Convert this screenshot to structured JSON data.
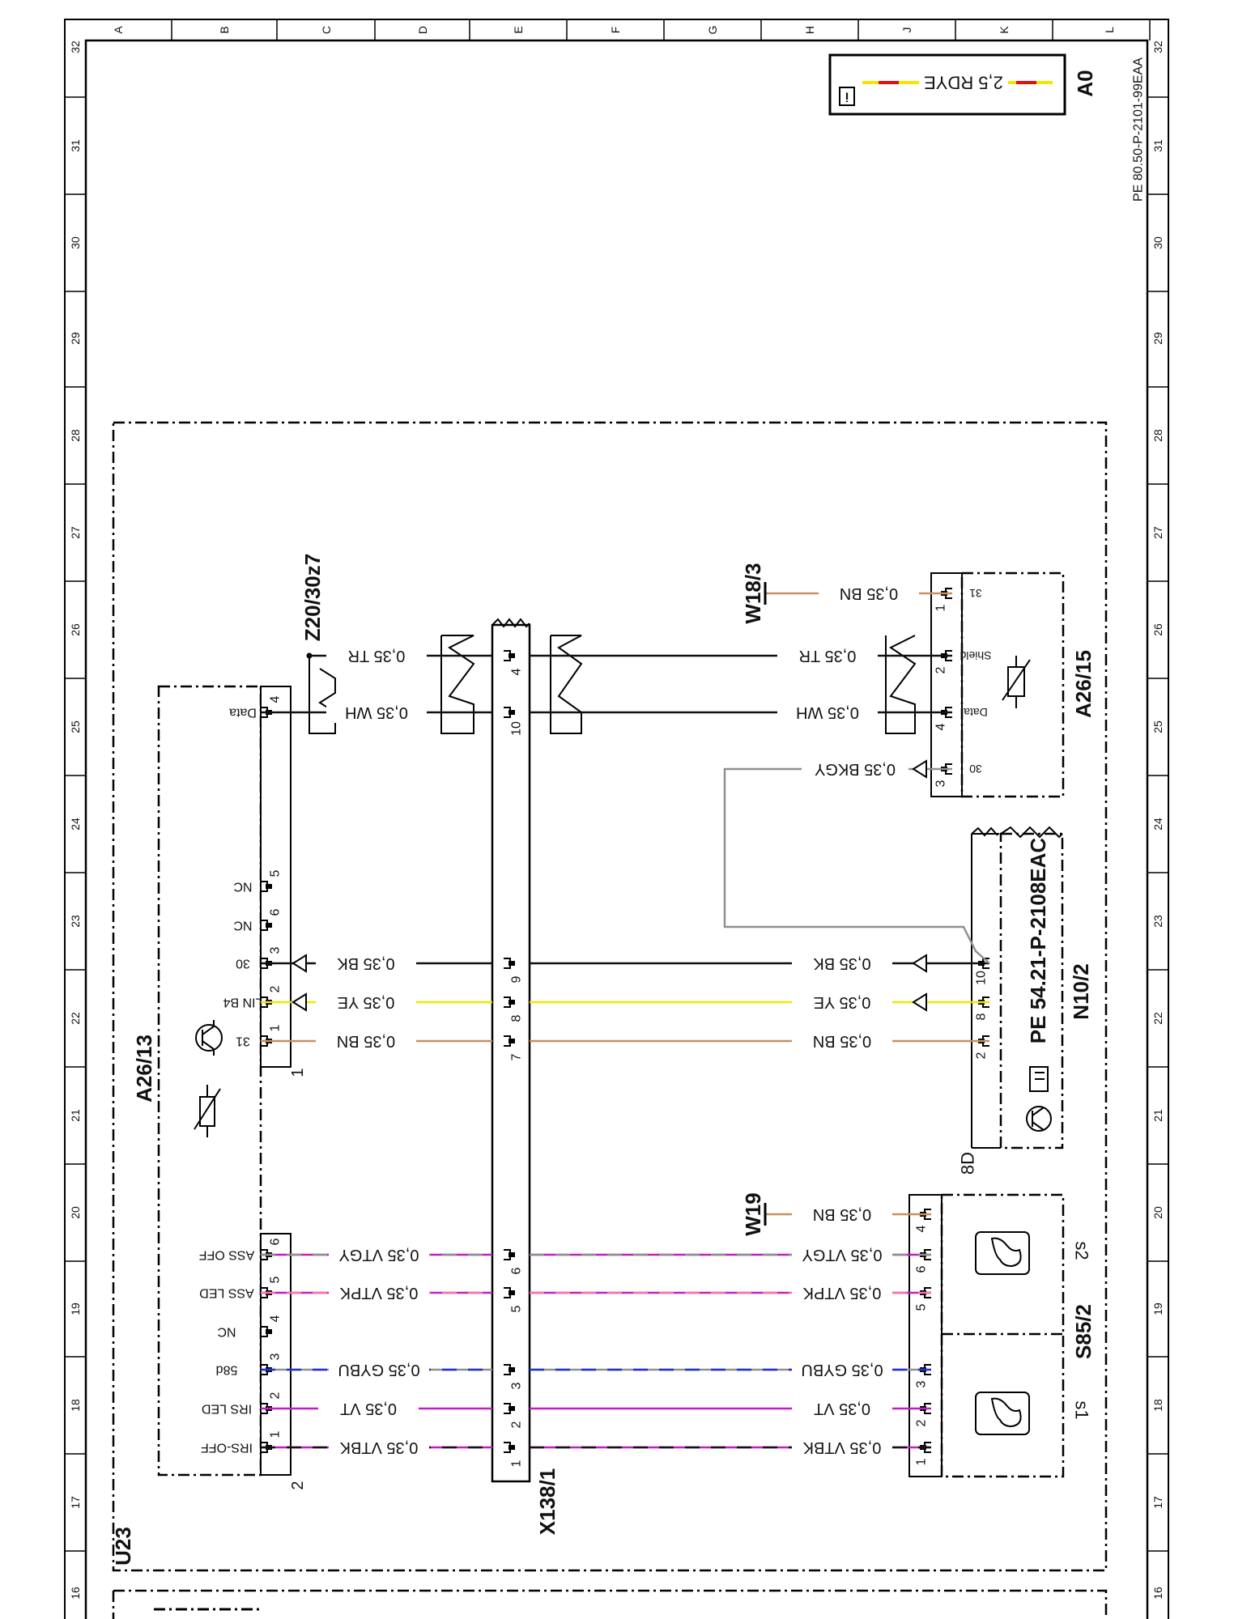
{
  "frame": {
    "column_letters": [
      "A",
      "B",
      "C",
      "D",
      "E",
      "F",
      "G",
      "H",
      "J",
      "K",
      "L"
    ],
    "row_numbers": [
      "32",
      "31",
      "30",
      "29",
      "28",
      "27",
      "26",
      "25",
      "24",
      "23",
      "22",
      "21",
      "20",
      "19",
      "18",
      "17",
      "16"
    ]
  },
  "doc_id": "PE 80.50-P-2101-99EAA",
  "sheet": "A0",
  "info_legend": {
    "wire": "2,5 RDYE",
    "info_icon": "info-icon"
  },
  "colors": {
    "BN": "#c89060",
    "YE": "#f2e600",
    "BK": "#111111",
    "VT": "#c020c0",
    "PK": "#ff70a8",
    "GY": "#909090",
    "BU": "#2030d0",
    "RD": "#e01010",
    "WH": "#111111"
  },
  "components": {
    "A26_13": {
      "label": "A26/13",
      "pins_top": [
        {
          "num": "4",
          "name": "Data"
        },
        {
          "num": "6",
          "name": "NC"
        },
        {
          "num": "5",
          "name": "NC"
        },
        {
          "num": "3",
          "name": "30"
        },
        {
          "num": "2",
          "name": "LIN B4"
        },
        {
          "num": "1",
          "name": "31"
        }
      ],
      "conn1": "1",
      "pins_bottom": [
        {
          "num": "6",
          "name": "ASS OFF"
        },
        {
          "num": "5",
          "name": "ASS LED"
        },
        {
          "num": "4",
          "name": "NC"
        },
        {
          "num": "3",
          "name": "58d"
        },
        {
          "num": "2",
          "name": "IRS LED"
        },
        {
          "num": "1",
          "name": "IRS-OFF"
        }
      ],
      "conn2": "2"
    },
    "A26_15": {
      "label": "A26/15",
      "pins": [
        {
          "num": "1",
          "name": "31"
        },
        {
          "num": "2",
          "name": "Shield"
        },
        {
          "num": "4",
          "name": "Data"
        },
        {
          "num": "3",
          "name": "30"
        }
      ]
    },
    "N10_2": {
      "label": "N10/2",
      "ref": "PE 54.21-P-2108EAC",
      "conn": "8D",
      "pins": [
        "10",
        "8",
        "2"
      ]
    },
    "S85_2": {
      "label": "S85/2",
      "s1": "s1",
      "s2": "s2",
      "pins": [
        "4",
        "6",
        "5",
        "3",
        "2",
        "1"
      ]
    },
    "X138_1": {
      "label": "X138/1",
      "pins": [
        "4",
        "10",
        "9",
        "8",
        "7",
        "6",
        "5",
        "3",
        "2",
        "1"
      ]
    },
    "W18_3": {
      "label": "W18/3"
    },
    "W19": {
      "label": "W19"
    },
    "Z20_30z7": {
      "label": "Z20/30z7"
    },
    "U23": {
      "label": "U23"
    }
  },
  "wires": [
    {
      "id": "tr-left",
      "label": "0,35 TR"
    },
    {
      "id": "wh-left",
      "label": "0,35 WH"
    },
    {
      "id": "bk-left",
      "label": "0,35 BK"
    },
    {
      "id": "ye-left",
      "label": "0,35 YE"
    },
    {
      "id": "bn-left",
      "label": "0,35 BN"
    },
    {
      "id": "vtgy-left",
      "label": "0,35 VTGY"
    },
    {
      "id": "vtpk-left",
      "label": "0,35 VTPK"
    },
    {
      "id": "gybu-left",
      "label": "0,35 GYBU"
    },
    {
      "id": "vt-left",
      "label": "0,35 VT"
    },
    {
      "id": "vtbk-left",
      "label": "0,35 VTBK"
    },
    {
      "id": "bn-w183",
      "label": "0,35 BN"
    },
    {
      "id": "tr-right",
      "label": "0,35 TR"
    },
    {
      "id": "wh-right",
      "label": "0,35 WH"
    },
    {
      "id": "bkgy-right",
      "label": "0,35 BKGY"
    },
    {
      "id": "bk-right",
      "label": "0,35 BK"
    },
    {
      "id": "ye-right",
      "label": "0,35 YE"
    },
    {
      "id": "bn-right",
      "label": "0,35 BN"
    },
    {
      "id": "bn-w19",
      "label": "0,35 BN"
    },
    {
      "id": "vtgy-right",
      "label": "0,35 VTGY"
    },
    {
      "id": "vtpk-right",
      "label": "0,35 VTPK"
    },
    {
      "id": "gybu-right",
      "label": "0,35 GYBU"
    },
    {
      "id": "vt-right",
      "label": "0,35 VT"
    },
    {
      "id": "vtbk-right",
      "label": "0,35 VTBK"
    }
  ]
}
